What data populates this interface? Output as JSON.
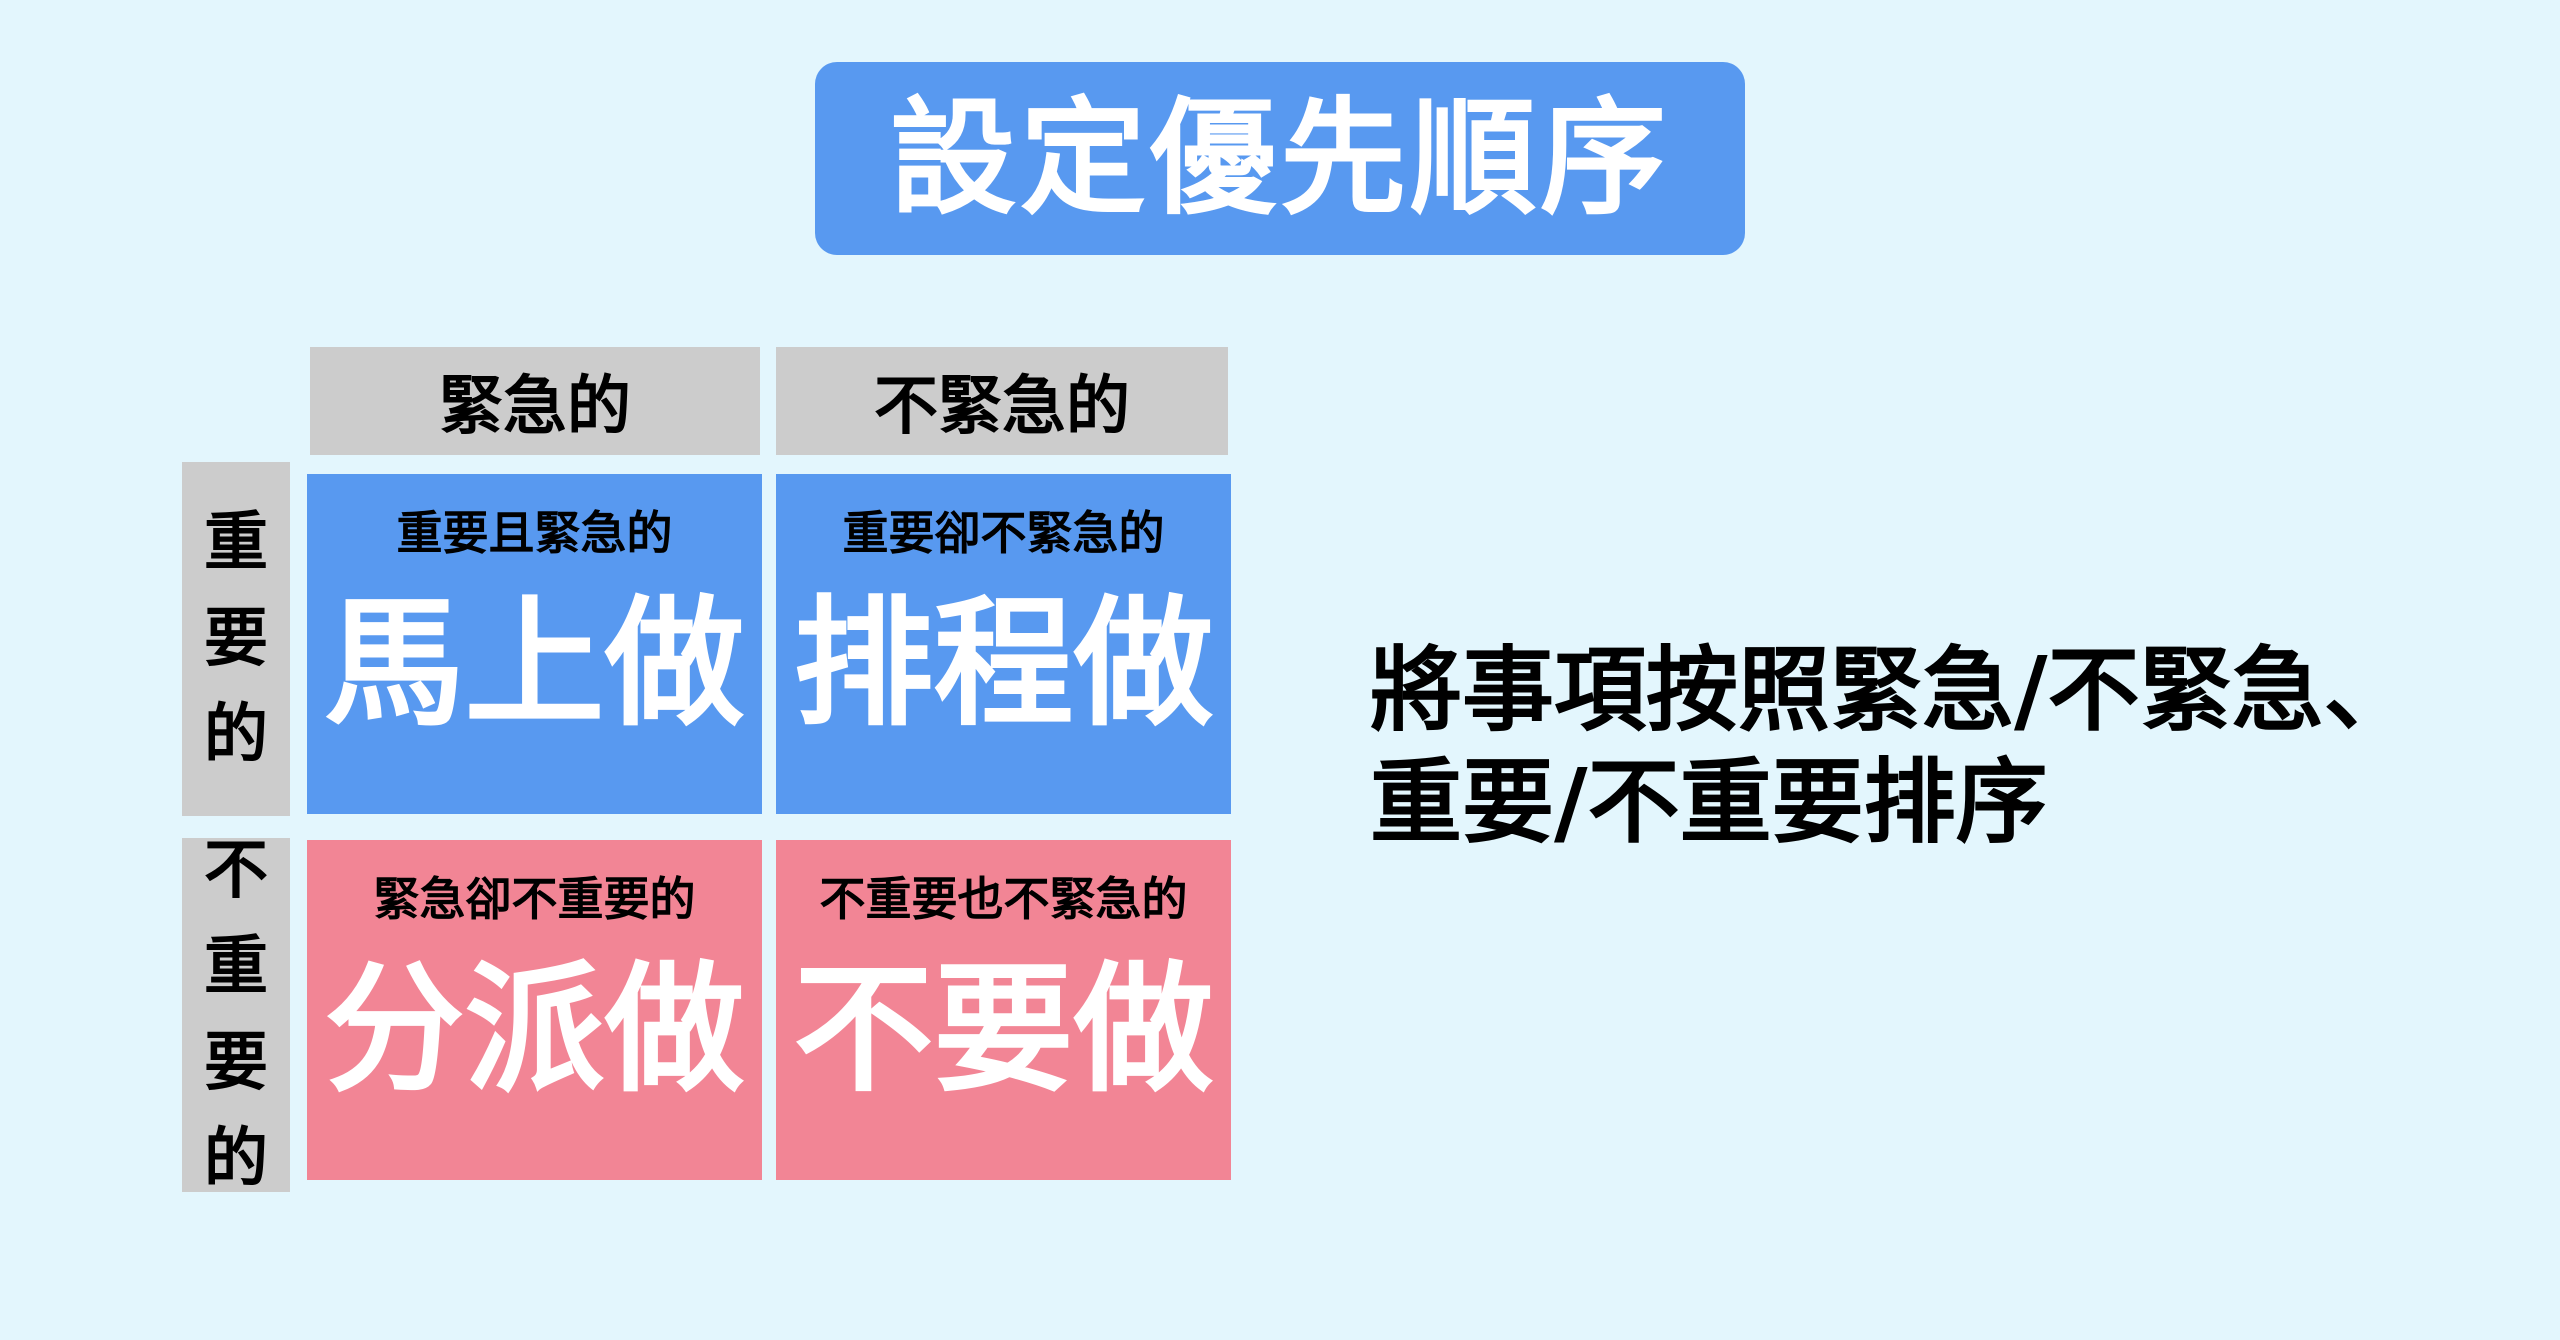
{
  "title": "設定優先順序",
  "columns": {
    "urgent": "緊急的",
    "not_urgent": "不緊急的"
  },
  "rows": {
    "important": [
      "重",
      "要",
      "的"
    ],
    "not_important": [
      "不",
      "重",
      "要",
      "的"
    ]
  },
  "quadrants": {
    "q1": {
      "subtitle": "重要且緊急的",
      "action": "馬上做"
    },
    "q2": {
      "subtitle": "重要卻不緊急的",
      "action": "排程做"
    },
    "q3": {
      "subtitle": "緊急卻不重要的",
      "action": "分派做"
    },
    "q4": {
      "subtitle": "不重要也不緊急的",
      "action": "不要做"
    }
  },
  "description": {
    "line1": "將事項按照緊急/不緊急、",
    "line2": "重要/不重要排序"
  },
  "colors": {
    "background": "#e3f6fd",
    "title_bg": "#5899f0",
    "important_quadrant": "#5899f0",
    "not_important_quadrant": "#f28595",
    "header_bg": "#cccccc"
  }
}
